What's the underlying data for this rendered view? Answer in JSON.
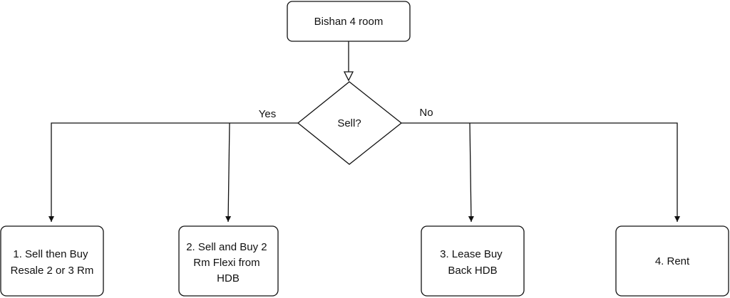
{
  "diagram": {
    "start": {
      "label": "Bishan 4 room"
    },
    "decision": {
      "label": "Sell?"
    },
    "branches": {
      "yes_label": "Yes",
      "no_label": "No"
    },
    "options": [
      {
        "lines": [
          "1. Sell then Buy",
          "Resale 2 or 3 Rm"
        ]
      },
      {
        "lines": [
          "2. Sell and Buy 2",
          "Rm Flexi from",
          "HDB"
        ]
      },
      {
        "lines": [
          "3. Lease Buy",
          "Back HDB"
        ]
      },
      {
        "lines": [
          "4. Rent"
        ]
      }
    ]
  }
}
